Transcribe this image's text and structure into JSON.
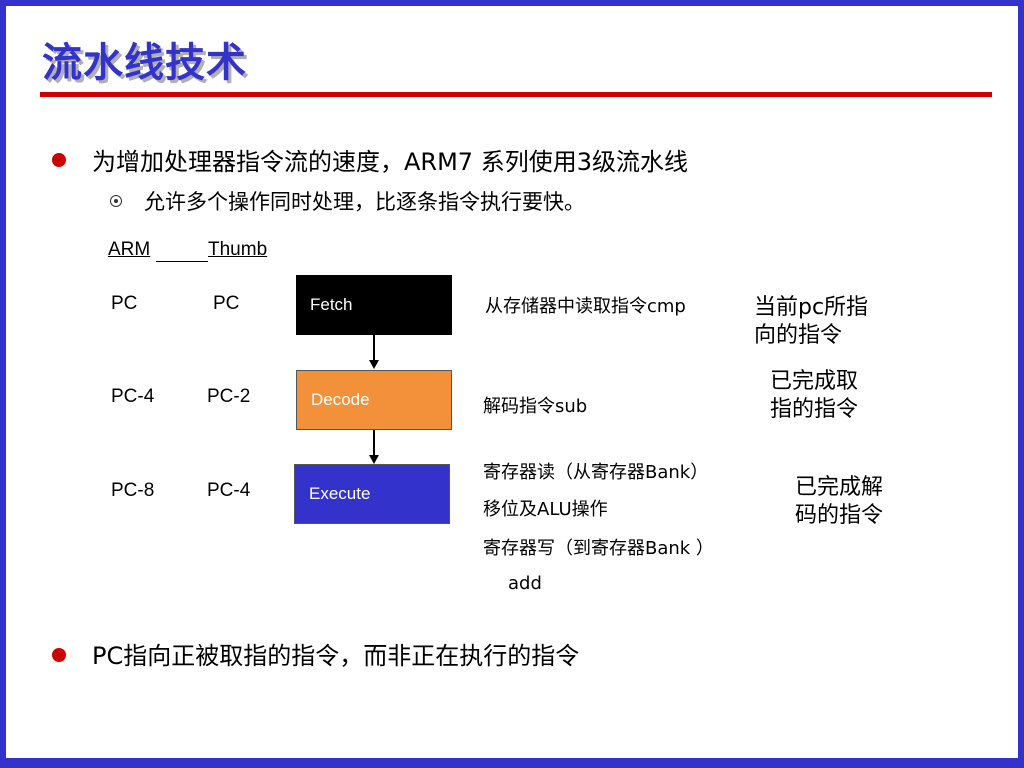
{
  "slide": {
    "title": "流水线技术",
    "bullets": [
      "为增加处理器指令流的速度，ARM7 系列使用3级流水线",
      "PC指向正被取指的指令，而非正在执行的指令"
    ],
    "sub_bullet": "允许多个操作同时处理，比逐条指令执行要快。"
  },
  "diagram": {
    "headers": {
      "arm": "ARM",
      "thumb": "Thumb"
    },
    "rows": [
      {
        "arm_pc": "PC",
        "thumb_pc": "PC",
        "stage": "Fetch",
        "description_lines": [
          "从存储器中读取指令cmp"
        ],
        "status_lines": [
          "当前pc所指",
          "向的指令"
        ]
      },
      {
        "arm_pc": "PC-4",
        "thumb_pc": "PC-2",
        "stage": "Decode",
        "description_lines": [
          "解码指令sub"
        ],
        "status_lines": [
          "已完成取",
          "指的指令"
        ]
      },
      {
        "arm_pc": "PC-8",
        "thumb_pc": "PC-4",
        "stage": "Execute",
        "description_lines": [
          "寄存器读（从寄存器Bank）",
          "移位及ALU操作",
          "寄存器写（到寄存器Bank ）",
          "add"
        ],
        "status_lines": [
          "已完成解",
          "码的指令"
        ]
      }
    ]
  },
  "colors": {
    "frame": "#3333cc",
    "title": "#3333cc",
    "title_rule": "#cc0000",
    "bullet": "#cc0000",
    "fetch": "#000000",
    "decode": "#f2913a",
    "execute": "#3333cc"
  }
}
